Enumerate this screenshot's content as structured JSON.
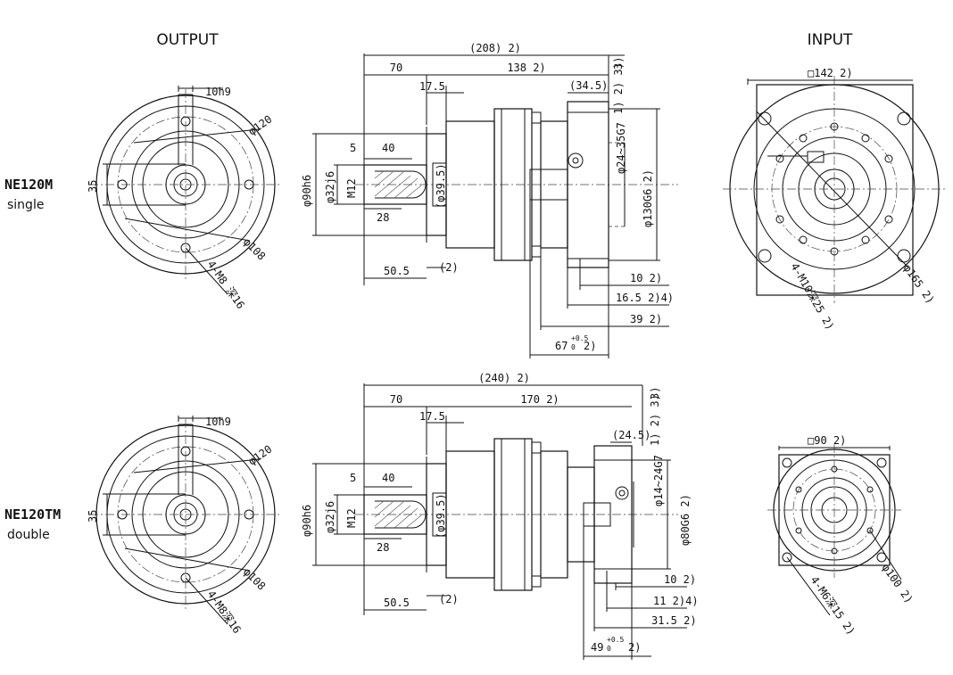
{
  "headers": {
    "output": "OUTPUT",
    "input": "INPUT"
  },
  "rows": [
    {
      "model": "NE120M",
      "type": "single",
      "front": {
        "key": "10h9",
        "pcd": "φ120",
        "circle": "φ108",
        "height": "35",
        "taps": "4-M8 深16"
      },
      "side": {
        "overall": "(208)  2)",
        "shaft_len": "70",
        "body_len": "138  2)",
        "note3": "3)",
        "note12": "1) 2) 3)",
        "flange_t": "17.5",
        "boss": "(34.5)",
        "key_off": "5",
        "key_len": "40",
        "key_w": "28",
        "shaft_dia": "φ90h6",
        "key_dia": "φ32j6",
        "tap": "M12",
        "pilot": "(φ39.5)",
        "in_bore": "φ24~35G7",
        "in_pilot": "φ130G6  2)",
        "foot": "50.5",
        "gap": "(2)",
        "d1": "10  2)",
        "d2": "16.5  2)4)",
        "d3": "39  2)",
        "d4": "67",
        "d4_tol": "+0.5",
        "d4_tol2": "0",
        "d4_note": "2)"
      },
      "input": {
        "square": "□142  2)",
        "pcd": "φ165  2)",
        "taps": "4-M10深25  2)"
      }
    },
    {
      "model": "NE120TM",
      "type": "double",
      "front": {
        "key": "10h9",
        "pcd": "φ120",
        "circle": "φ108",
        "height": "35",
        "taps": "4-M8深16"
      },
      "side": {
        "overall": "(240)  2)",
        "shaft_len": "70",
        "body_len": "170  2)",
        "note3": "3)",
        "note12": "1) 2) 3)",
        "flange_t": "17.5",
        "boss": "(24.5)",
        "key_off": "5",
        "key_len": "40",
        "key_w": "28",
        "shaft_dia": "φ90h6",
        "key_dia": "φ32j6",
        "tap": "M12",
        "pilot": "(φ39.5)",
        "in_bore": "φ14~24G7",
        "in_pilot": "φ80G6  2)",
        "foot": "50.5",
        "gap": "(2)",
        "d1": "10  2)",
        "d2": "11  2)4)",
        "d3": "31.5  2)",
        "d4": "49",
        "d4_tol": "+0.5",
        "d4_tol2": "0",
        "d4_note": "2)"
      },
      "input": {
        "square": "□90  2)",
        "pcd": "φ100  2)",
        "taps": "4-M6深15  2)"
      }
    }
  ]
}
